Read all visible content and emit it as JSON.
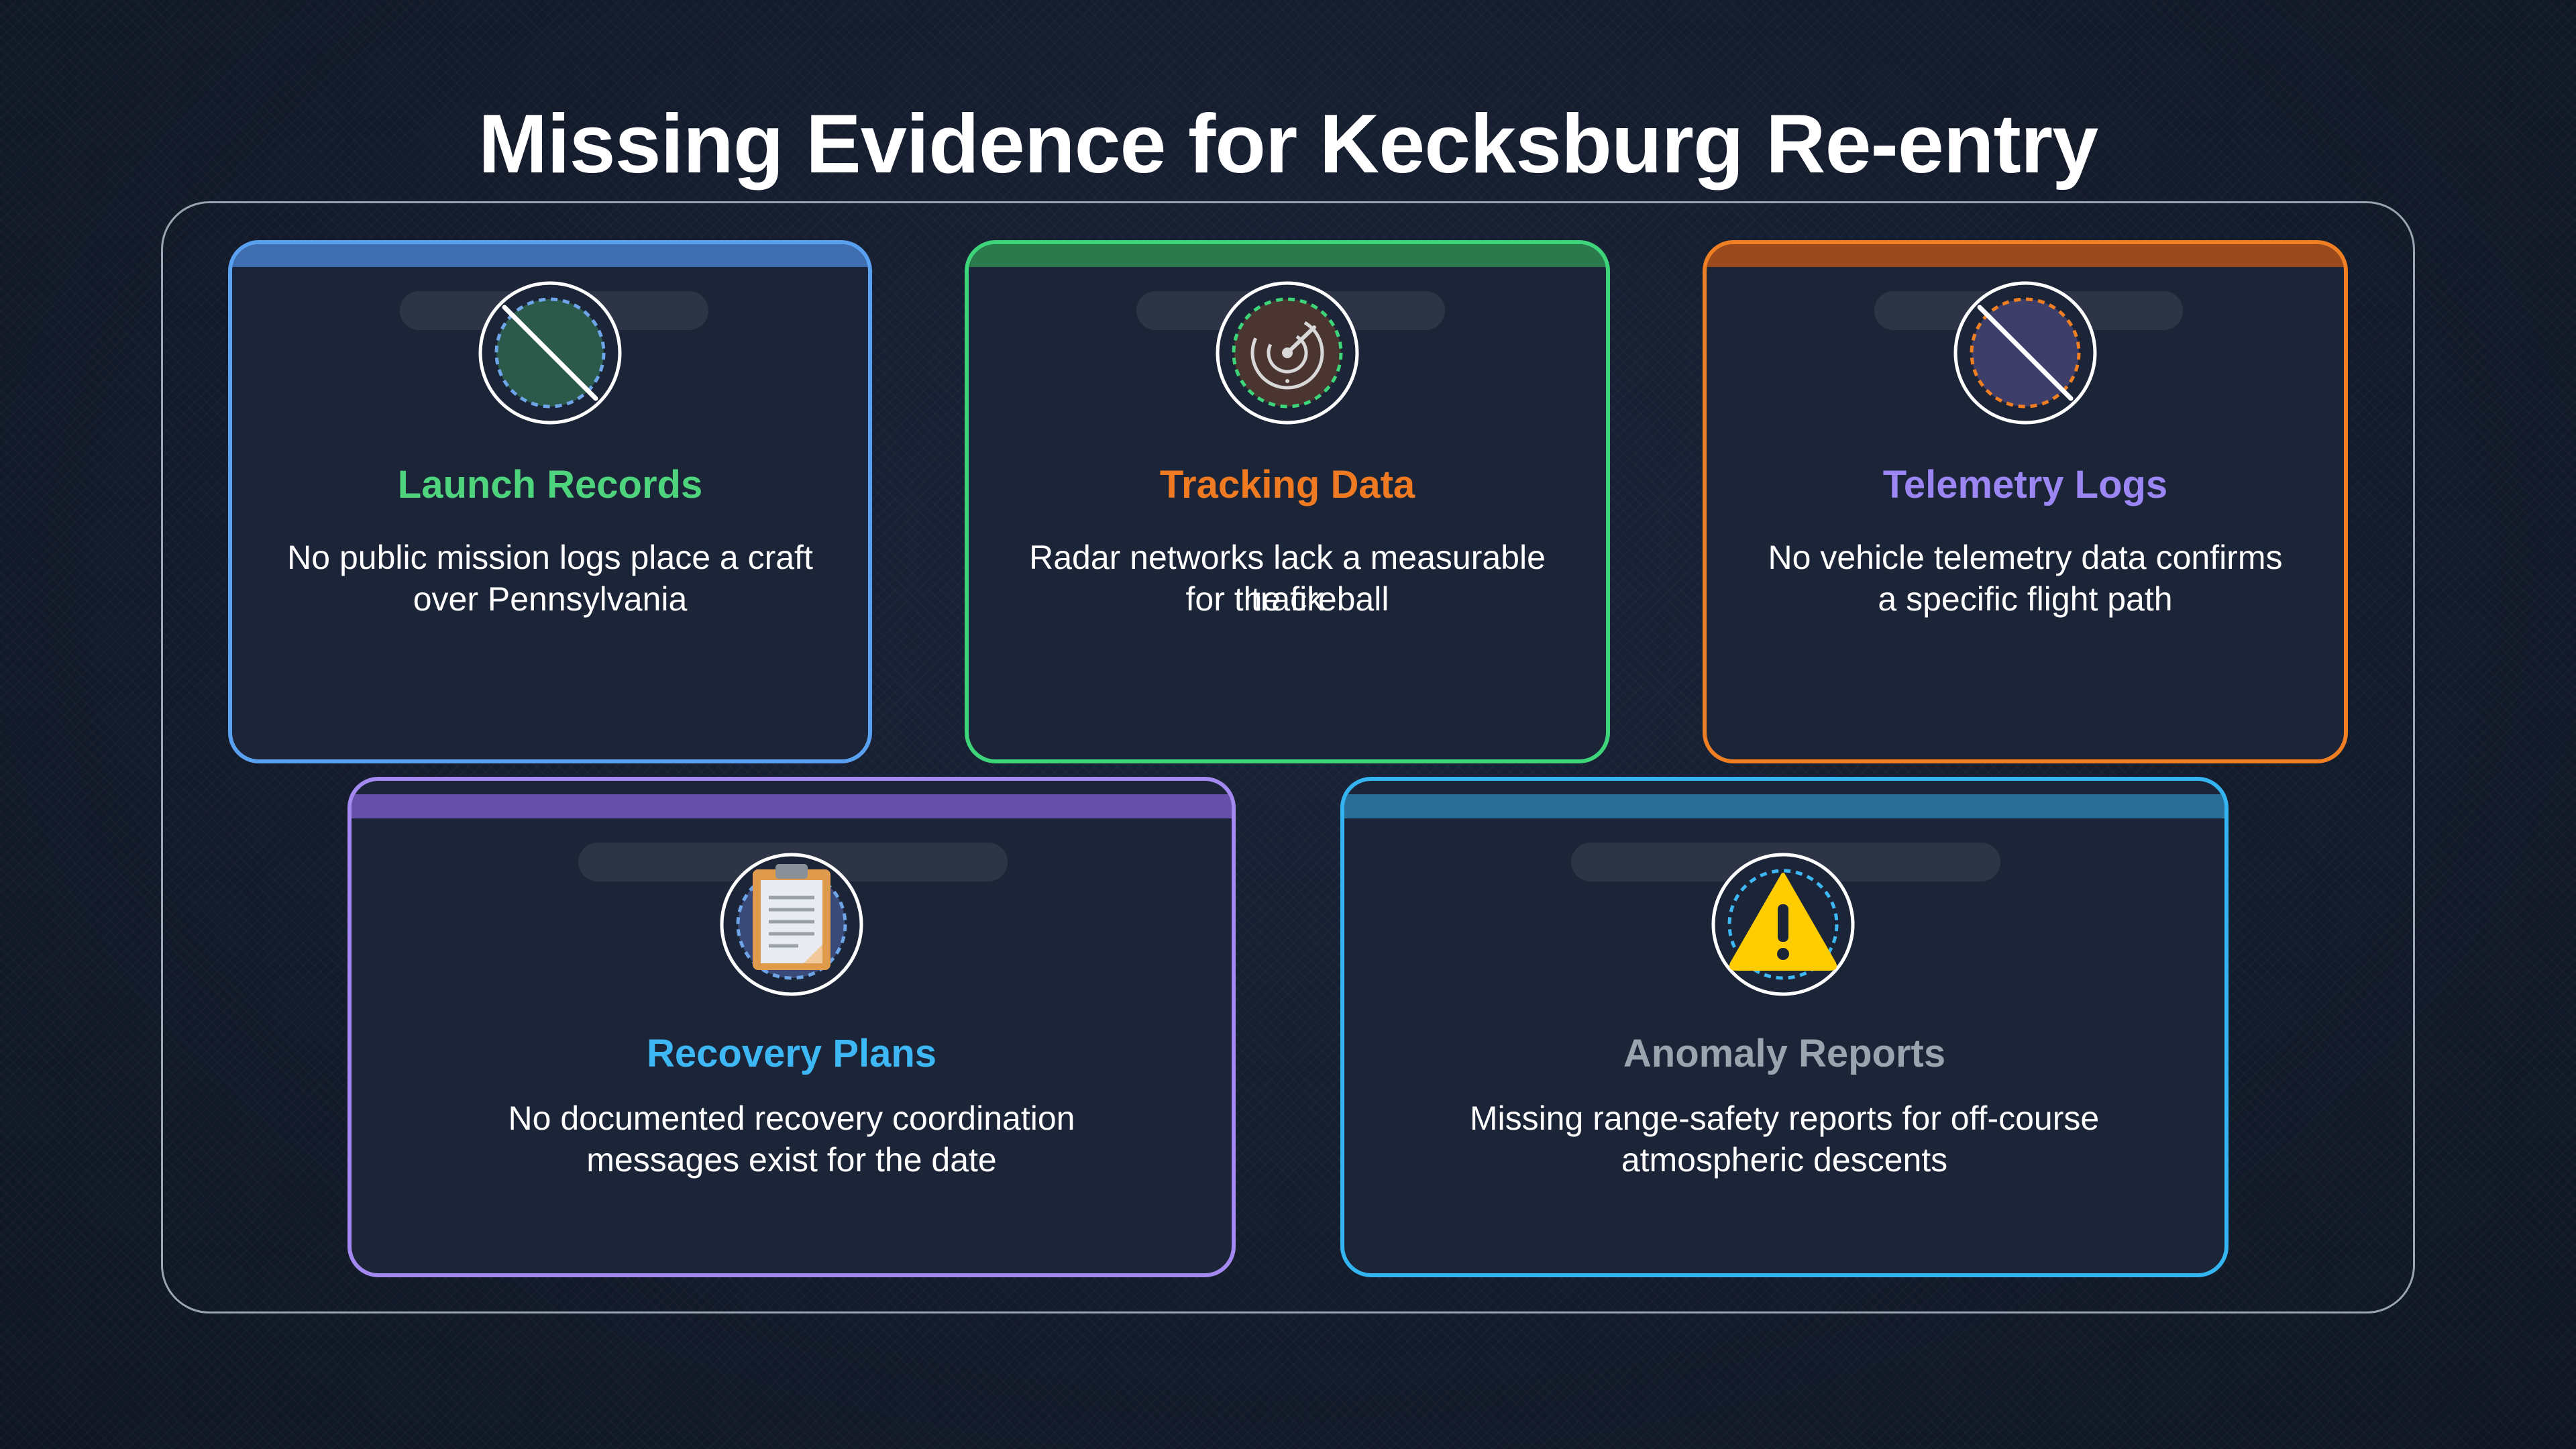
{
  "title": "Missing Evidence for Kecksburg Re-entry",
  "cards": [
    {
      "title": "Launch Records",
      "title_color": "#4fd47e",
      "description_line1": "No public mission logs place a craft",
      "description_line2": "over Pennsylvania",
      "icon": "no-entry-icon"
    },
    {
      "title": "Tracking Data",
      "title_color": "#f07a22",
      "description_line1": "Radar networks lack a measurable track",
      "description_line2": "for the fireball",
      "icon": "radar-icon"
    },
    {
      "title": "Telemetry Logs",
      "title_color": "#9b86f4",
      "description_line1": "No vehicle telemetry data confirms",
      "description_line2": "a specific flight path",
      "icon": "no-entry-icon"
    },
    {
      "title": "Recovery Plans",
      "title_color": "#3db8f4",
      "description_line1": "No documented recovery coordination",
      "description_line2": "messages exist for the date",
      "icon": "clipboard-icon"
    },
    {
      "title": "Anomaly Reports",
      "title_color": "#9aa3ae",
      "description_line1": "Missing range-safety reports for off-course",
      "description_line2": "atmospheric descents",
      "icon": "warning-icon"
    }
  ]
}
